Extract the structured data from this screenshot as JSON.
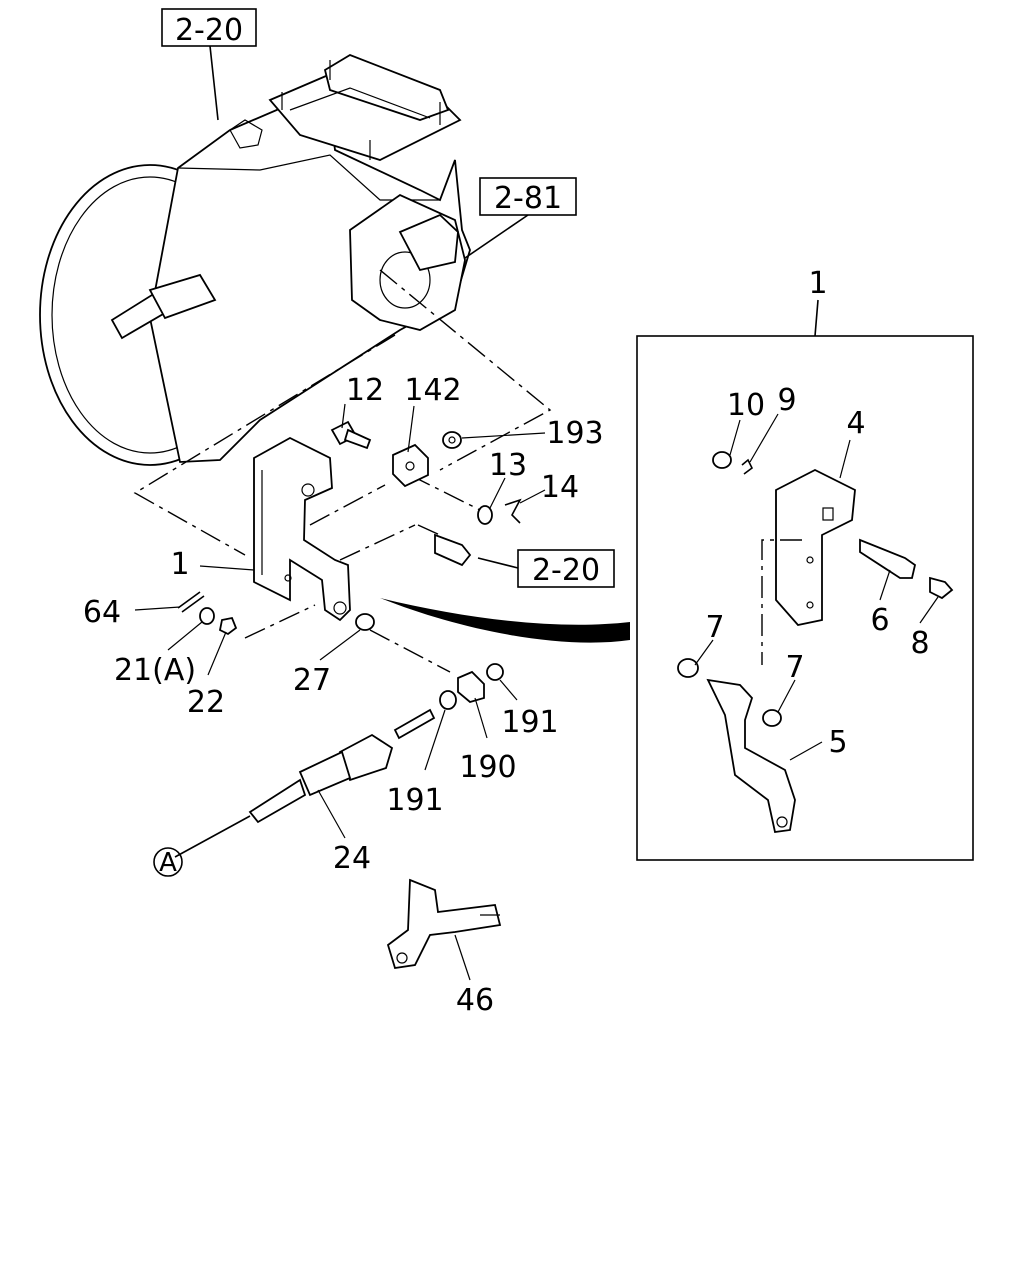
{
  "refs": {
    "top": "2-20",
    "right": "2-81",
    "middle": "2-20"
  },
  "labels": {
    "detail_box": "1",
    "bracket": "1",
    "p10": "10",
    "p9": "9",
    "p4": "4",
    "p6": "6",
    "p8": "8",
    "p7a": "7",
    "p7b": "7",
    "p5": "5",
    "p12": "12",
    "p142": "142",
    "p193": "193",
    "p13": "13",
    "p14": "14",
    "p64": "64",
    "p21a": "21(A)",
    "p22": "22",
    "p27": "27",
    "p191a": "191",
    "p190": "190",
    "p191b": "191",
    "p24": "24",
    "p46": "46",
    "marker_a": "A"
  }
}
